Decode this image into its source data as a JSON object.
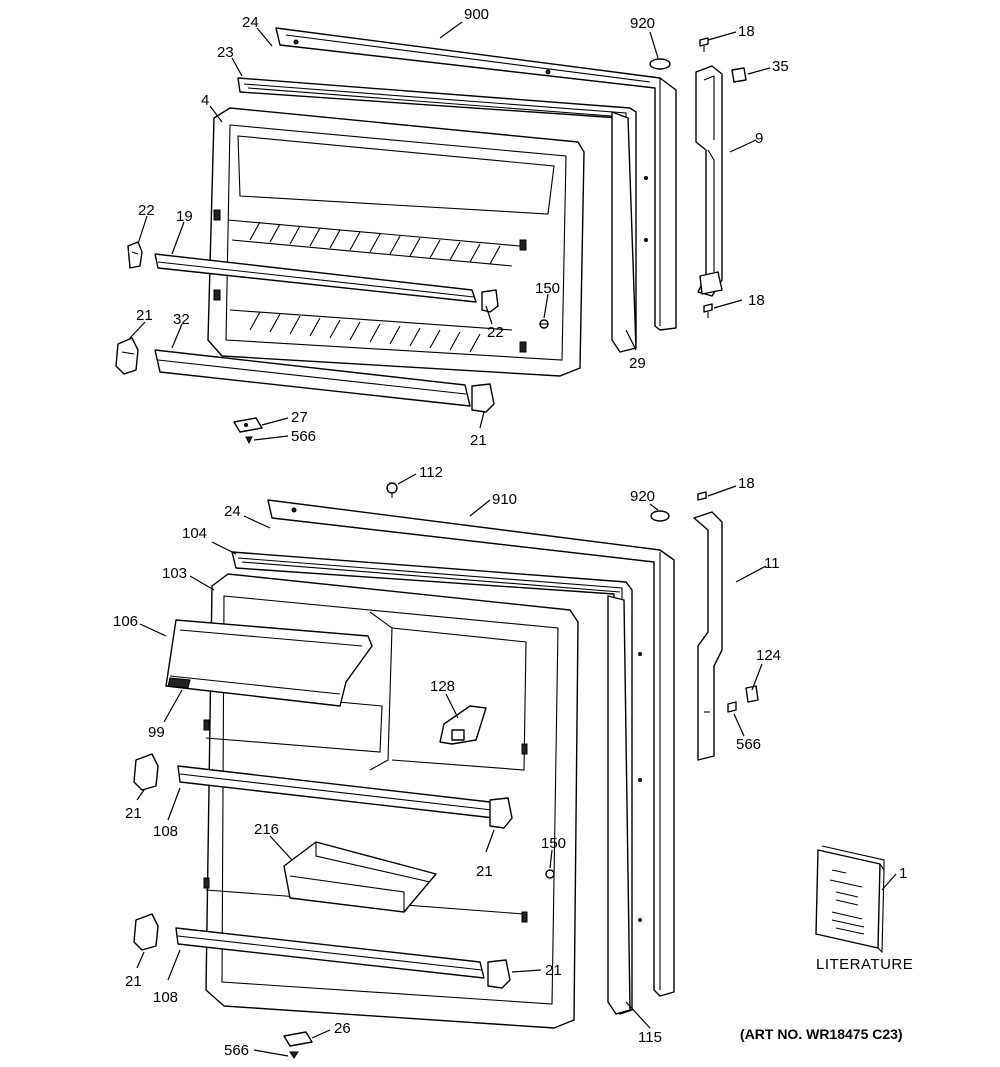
{
  "labels": {
    "top": {
      "p24": "24",
      "p900": "900",
      "p920": "920",
      "p18a": "18",
      "p35": "35",
      "p23": "23",
      "p4": "4",
      "p9": "9",
      "p22a": "22",
      "p19": "19",
      "p150": "150",
      "p18b": "18",
      "p22b": "22",
      "p21a": "21",
      "p32": "32",
      "p29": "29",
      "p27": "27",
      "p566": "566",
      "p21b": "21"
    },
    "bottom": {
      "p112": "112",
      "p910": "910",
      "p920": "920",
      "p18": "18",
      "p24": "24",
      "p104": "104",
      "p103": "103",
      "p11": "11",
      "p106": "106",
      "p124": "124",
      "p128": "128",
      "p99": "99",
      "p566a": "566",
      "p21a": "21",
      "p108a": "108",
      "p216": "216",
      "p150": "150",
      "p21b": "21",
      "p1": "1",
      "p21c": "21",
      "p21d": "21",
      "p108b": "108",
      "p26": "26",
      "p566b": "566",
      "p115": "115"
    }
  },
  "literature_label": "LITERATURE",
  "art_number": "(ART NO. WR18475 C23)"
}
